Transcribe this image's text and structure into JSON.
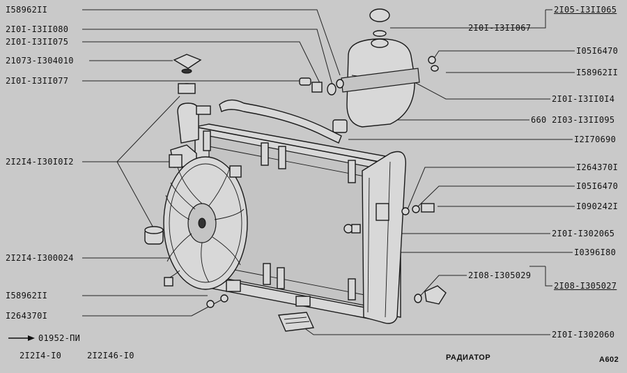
{
  "title": "РАДИАТОР",
  "page_code": "A602",
  "footer": {
    "arrow_ref": "01952-ПИ",
    "models": [
      "2I2I4-I0",
      "2I2I46-I0"
    ]
  },
  "left_labels": [
    {
      "text": "I58962II"
    },
    {
      "text": "2I0I-I3II080"
    },
    {
      "text": "2I0I-I3II075"
    },
    {
      "text": "21073-I304010"
    },
    {
      "text": "2I0I-I3II077"
    },
    {
      "text": "2I2I4-I30I0I2"
    },
    {
      "text": "2I2I4-I300024"
    },
    {
      "text": "I58962II"
    },
    {
      "text": "I264370I"
    }
  ],
  "right_labels": [
    {
      "text": "2I05-I3II065"
    },
    {
      "text": "2I0I-I3II067"
    },
    {
      "text": "I05I6470"
    },
    {
      "text": "I58962II"
    },
    {
      "text": "2I0I-I3II0I4"
    },
    {
      "text": "660  2I03-I3II095"
    },
    {
      "text": "I2I70690"
    },
    {
      "text": "I264370I"
    },
    {
      "text": "I05I6470"
    },
    {
      "text": "I090242I"
    },
    {
      "text": "2I0I-I302065"
    },
    {
      "text": "I0396I80"
    },
    {
      "text": "2I08-I305029"
    },
    {
      "text": "2I08-I305027"
    },
    {
      "text": "2I0I-I302060"
    }
  ]
}
